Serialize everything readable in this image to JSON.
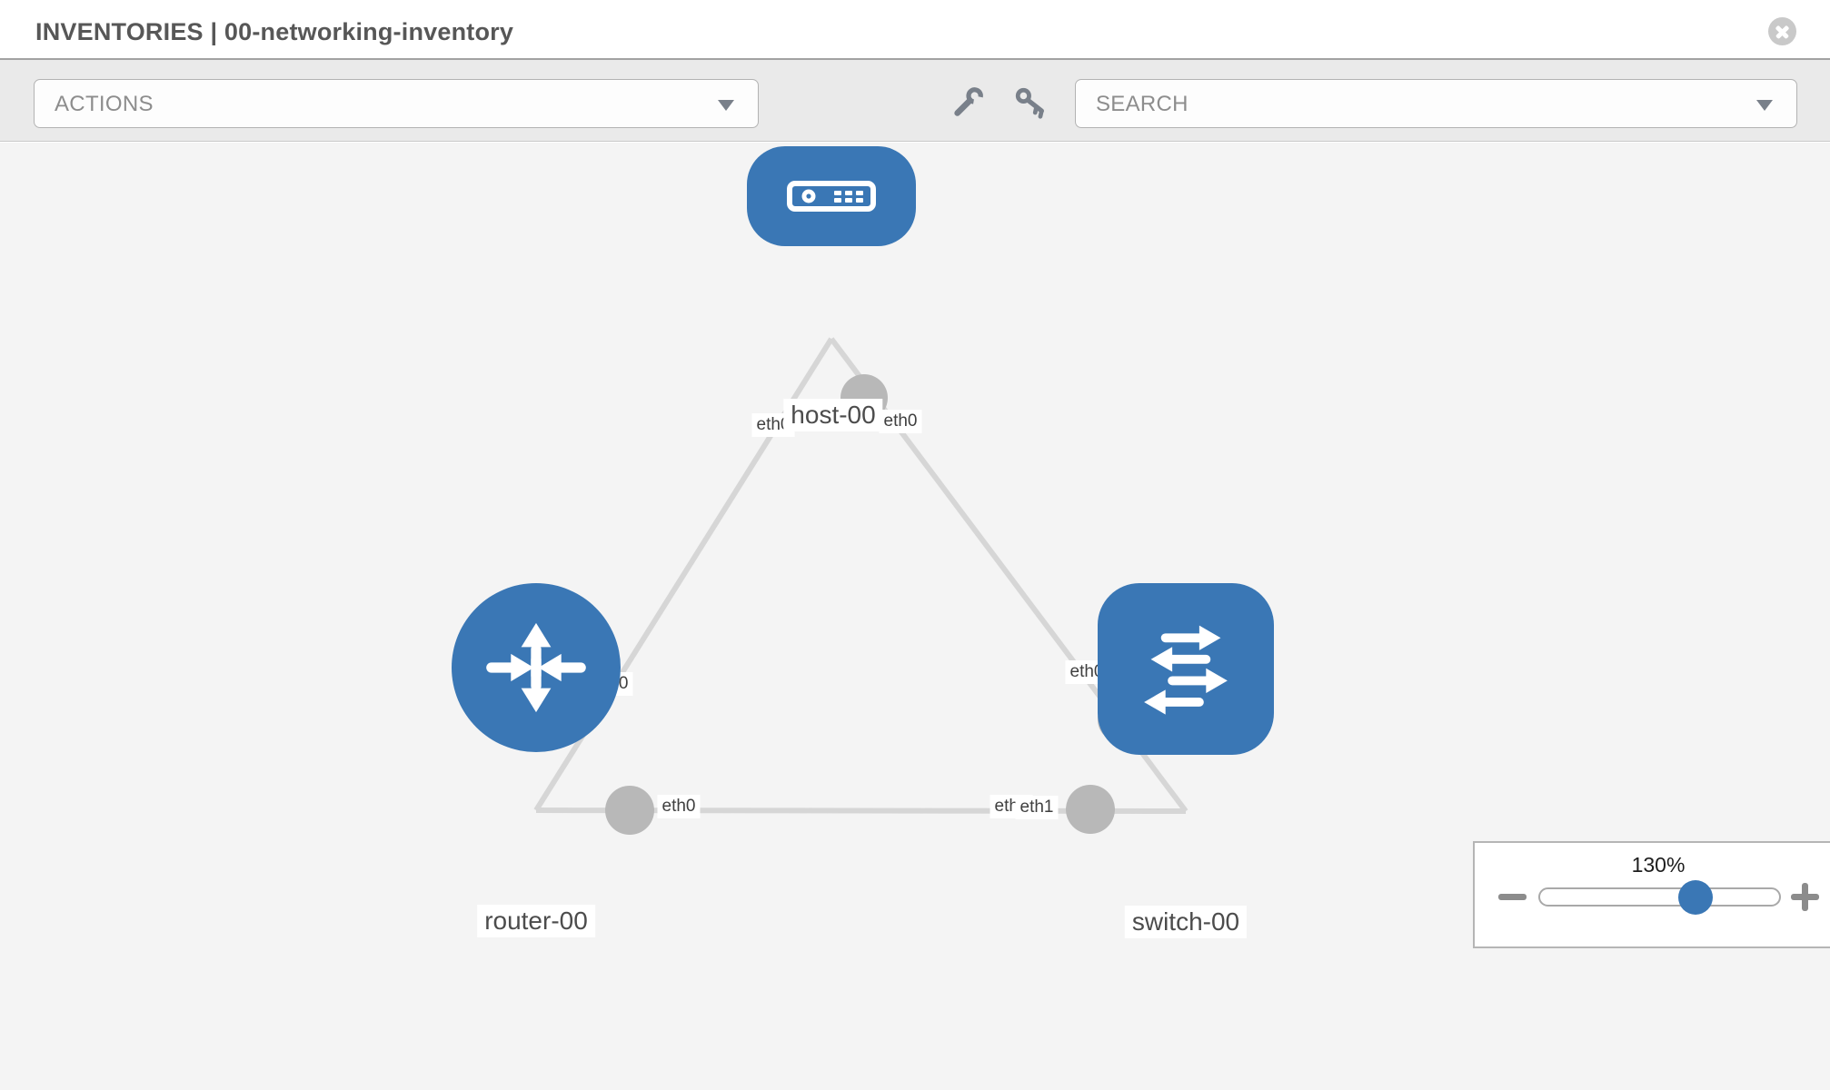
{
  "header": {
    "title_prefix": "INVENTORIES",
    "title_separator": "|",
    "inventory_name": "00-networking-inventory"
  },
  "toolbar": {
    "actions_label": "ACTIONS",
    "search_placeholder": "SEARCH",
    "tool_icons": [
      "wrench-icon",
      "key-icon"
    ]
  },
  "topology": {
    "nodes": [
      {
        "id": "host-00",
        "label": "host-00",
        "type": "host",
        "icon": "host-server-icon"
      },
      {
        "id": "router-00",
        "label": "router-00",
        "type": "router",
        "icon": "router-arrows-icon"
      },
      {
        "id": "switch-00",
        "label": "switch-00",
        "type": "switch",
        "icon": "switch-arrows-icon"
      }
    ],
    "links": [
      {
        "source": "host-00",
        "target": "router-00",
        "source_interface": "eth0",
        "target_interface": "eth0"
      },
      {
        "source": "host-00",
        "target": "switch-00",
        "source_interface": "eth0",
        "target_interface": "eth0"
      },
      {
        "source": "router-00",
        "target": "switch-00",
        "source_interface": "eth0",
        "target_interface": "eth1",
        "overlapped_interface_label": "eth0"
      }
    ]
  },
  "zoom_control": {
    "level": "130%"
  },
  "colors": {
    "node_blue": "#3a77b5",
    "link_gray": "#d6d6d6",
    "port_gray": "#b8b8b8",
    "canvas_bg": "#f4f4f4",
    "toolbar_bg": "#eaeaea"
  }
}
